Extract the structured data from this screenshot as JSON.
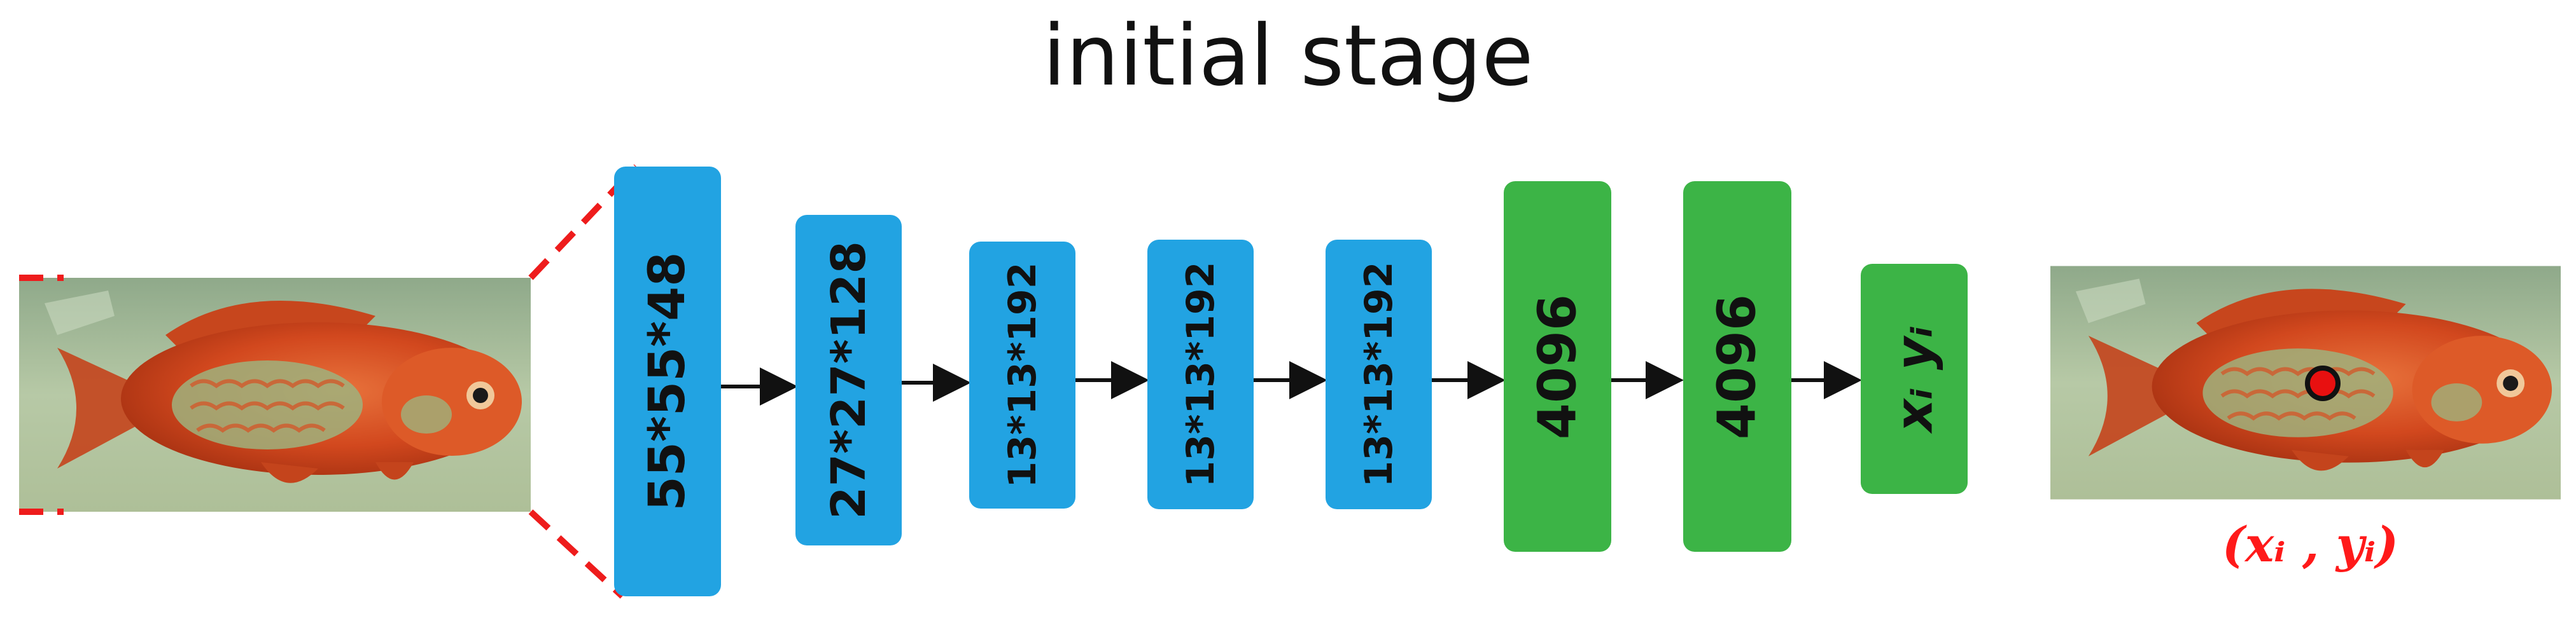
{
  "title": "initial stage",
  "layers": [
    {
      "label": "55*55*48",
      "kind": "conv"
    },
    {
      "label": "27*27*128",
      "kind": "conv"
    },
    {
      "label": "13*13*192",
      "kind": "conv"
    },
    {
      "label": "13*13*192",
      "kind": "conv"
    },
    {
      "label": "13*13*192",
      "kind": "conv"
    },
    {
      "label": "4096",
      "kind": "fc"
    },
    {
      "label": "4096",
      "kind": "fc"
    },
    {
      "label": "xᵢ yᵢ",
      "kind": "output"
    }
  ],
  "output_coordinate": "(xᵢ , yᵢ)",
  "colors": {
    "conv": "#22a3e2",
    "fc": "#3cb446",
    "zoom_lines": "#ee1c1c",
    "keypoint": "#e81010"
  }
}
